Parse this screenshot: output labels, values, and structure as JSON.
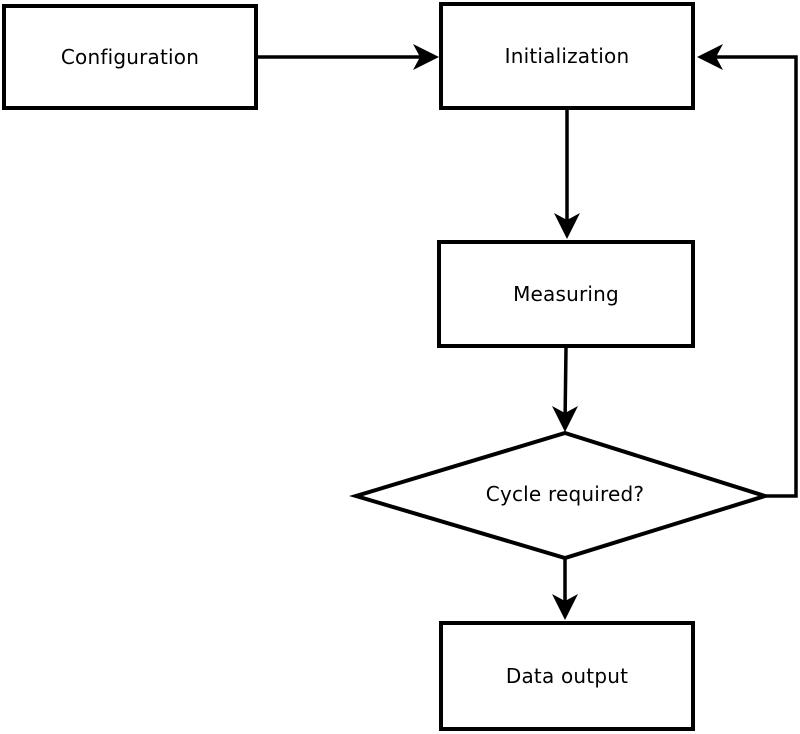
{
  "diagram": {
    "type": "flowchart",
    "background_color": "#ffffff",
    "stroke_color": "#000000",
    "nodes": [
      {
        "id": "configuration",
        "label": "Configuration",
        "shape": "rectangle"
      },
      {
        "id": "initialization",
        "label": "Initialization",
        "shape": "rectangle"
      },
      {
        "id": "measuring",
        "label": "Measuring",
        "shape": "rectangle"
      },
      {
        "id": "cycle-required",
        "label": "Cycle required?",
        "shape": "diamond"
      },
      {
        "id": "data-output",
        "label": "Data output",
        "shape": "rectangle"
      }
    ],
    "edges": [
      {
        "from": "configuration",
        "to": "initialization",
        "style": "arrow-right"
      },
      {
        "from": "initialization",
        "to": "measuring",
        "style": "arrow-down"
      },
      {
        "from": "measuring",
        "to": "cycle-required",
        "style": "arrow-down"
      },
      {
        "from": "cycle-required",
        "to": "data-output",
        "style": "arrow-down"
      },
      {
        "from": "cycle-required",
        "to": "initialization",
        "style": "loop-back-right"
      }
    ]
  }
}
